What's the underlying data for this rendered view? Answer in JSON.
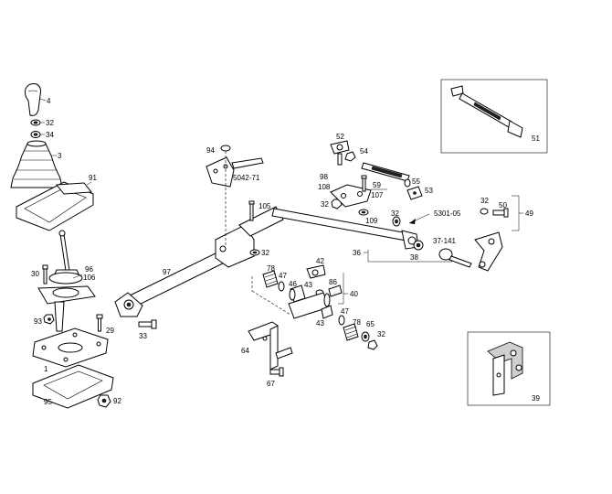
{
  "labels": {
    "p4": "4",
    "p32a": "32",
    "p34": "34",
    "p3": "3",
    "p91": "91",
    "p30": "30",
    "p96": "96",
    "p106": "106",
    "p93": "93",
    "p29": "29",
    "p1": "1",
    "p95": "95",
    "p92": "92",
    "p33": "33",
    "p97": "97",
    "p94": "94",
    "p5042": "5042-71",
    "p105": "105",
    "p32b": "32",
    "p78a": "78",
    "p47a": "47",
    "p46": "46",
    "p42": "42",
    "p86": "86",
    "p43a": "43",
    "p40": "40",
    "p43b": "43",
    "p47b": "47",
    "p78b": "78",
    "p65": "65",
    "p32c": "32",
    "p64": "64",
    "p67": "67",
    "p52": "52",
    "p54": "54",
    "p98": "98",
    "p108": "108",
    "p59": "59",
    "p107": "107",
    "p32d": "32",
    "p109": "109",
    "p32e": "32",
    "p55": "55",
    "p53": "53",
    "p5301": "5301-05",
    "p36": "36",
    "p37": "37-141",
    "p38": "38",
    "p32f": "32",
    "p50": "50",
    "p49": "49",
    "p51": "51",
    "p39": "39"
  },
  "colors": {
    "line": "#000000",
    "background": "#ffffff",
    "shade": "#cfcfcf"
  }
}
